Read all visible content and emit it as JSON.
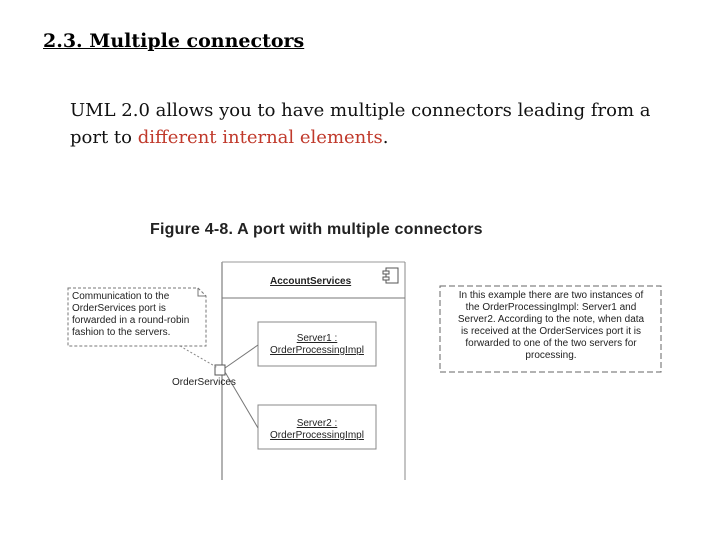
{
  "heading": "2.3. Multiple connectors",
  "paragraph": {
    "part1": "UML 2.0 allows you to have multiple connectors leading from a port to ",
    "highlight": "different internal elements",
    "part2": "."
  },
  "figure": {
    "title": "Figure 4-8. A port with multiple connectors",
    "component_name": "AccountServices",
    "port_label": "OrderServices",
    "parts": [
      {
        "line1": "Server1 :",
        "line2": "OrderProcessingImpl"
      },
      {
        "line1": "Server2 :",
        "line2": "OrderProcessingImpl"
      }
    ],
    "note_left": {
      "lines": [
        "Communication to the",
        "OrderServices port is",
        "forwarded in a round-robin",
        "fashion to the servers."
      ]
    },
    "note_right": {
      "lines": [
        "In this example there are two instances of",
        "the OrderProcessingImpl: Server1 and",
        "Server2.  According to the note, when data",
        "is received at the OrderServices port it is",
        "forwarded to one of the two servers for",
        "processing."
      ]
    }
  }
}
